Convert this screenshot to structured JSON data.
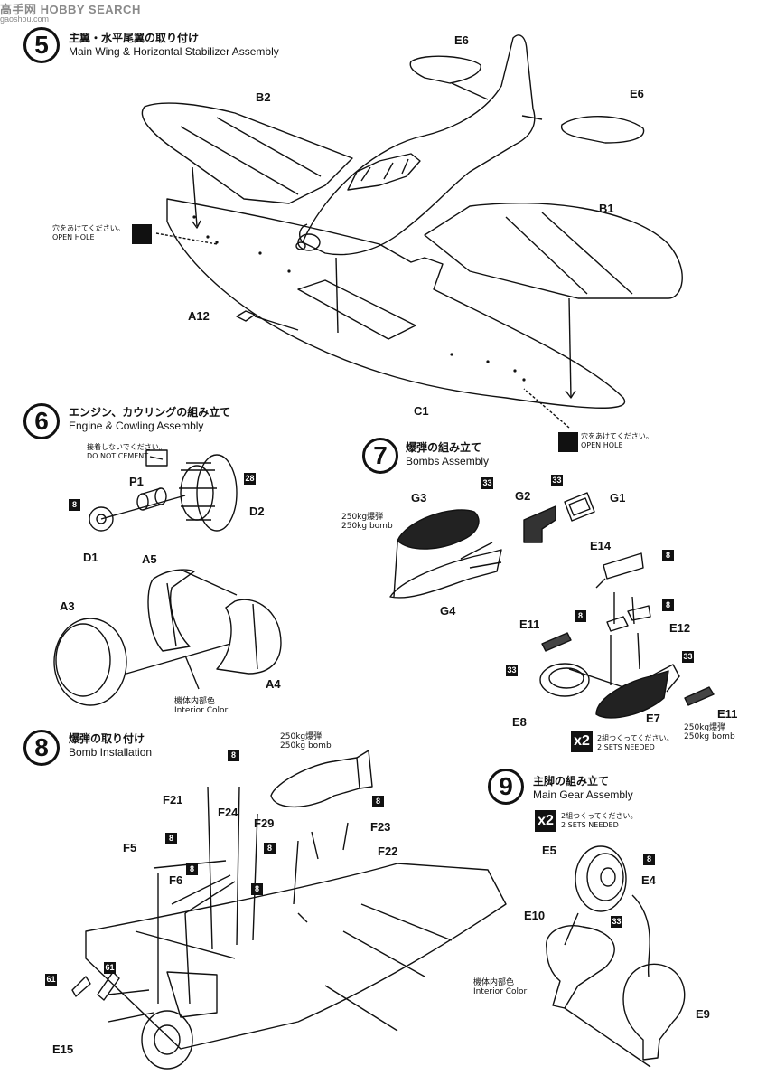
{
  "watermark": {
    "text": "高手网 HOBBY SEARCH",
    "sub": "gaoshou.com"
  },
  "step5": {
    "number": "5",
    "title_jp": "主翼・水平尾翼の取り付け",
    "title_en": "Main Wing & Horizontal Stabilizer Assembly",
    "open_hole_jp": "穴をあけてください。",
    "open_hole_en": "OPEN HOLE",
    "parts": [
      "E6",
      "E6",
      "B2",
      "B1",
      "A12",
      "C1"
    ]
  },
  "step6": {
    "number": "6",
    "title_jp": "エンジン、カウリングの組み立て",
    "title_en": "Engine & Cowling Assembly",
    "do_not_cement_jp": "接着しないでください。",
    "do_not_cement_en": "DO NOT CEMENT",
    "interior_color_jp": "機体内部色",
    "interior_color_en": "Interior Color",
    "parts": [
      "P1",
      "D2",
      "D1",
      "A5",
      "A3",
      "A4"
    ],
    "color_nums": [
      "8",
      "28"
    ]
  },
  "step7": {
    "number": "7",
    "title_jp": "爆弾の組み立て",
    "title_en": "Bombs Assembly",
    "bomb_jp": "250kg爆弾",
    "bomb_en": "250kg bomb",
    "sets_jp": "2組つくってください。",
    "sets_en": "2 SETS NEEDED",
    "x2": "x2",
    "parts": [
      "G3",
      "G2",
      "G1",
      "G4",
      "E14",
      "E12",
      "E11",
      "E11",
      "E7",
      "E8"
    ],
    "color_nums": [
      "33",
      "33",
      "8",
      "8",
      "8",
      "33",
      "33"
    ]
  },
  "step8": {
    "number": "8",
    "title_jp": "爆弾の取り付け",
    "title_en": "Bomb Installation",
    "bomb_jp": "250kg爆弾",
    "bomb_en": "250kg bomb",
    "parts": [
      "F21",
      "F24",
      "F29",
      "F23",
      "F22",
      "F5",
      "F6",
      "E15"
    ],
    "color_nums": [
      "8",
      "8",
      "8",
      "8",
      "8",
      "8",
      "61",
      "61"
    ]
  },
  "step9": {
    "number": "9",
    "title_jp": "主脚の組み立て",
    "title_en": "Main Gear Assembly",
    "sets_jp": "2組つくってください。",
    "sets_en": "2 SETS NEEDED",
    "x2": "x2",
    "interior_color_jp": "機体内部色",
    "interior_color_en": "Interior Color",
    "parts": [
      "E5",
      "E4",
      "E10",
      "E9"
    ],
    "color_nums": [
      "8",
      "33"
    ]
  }
}
